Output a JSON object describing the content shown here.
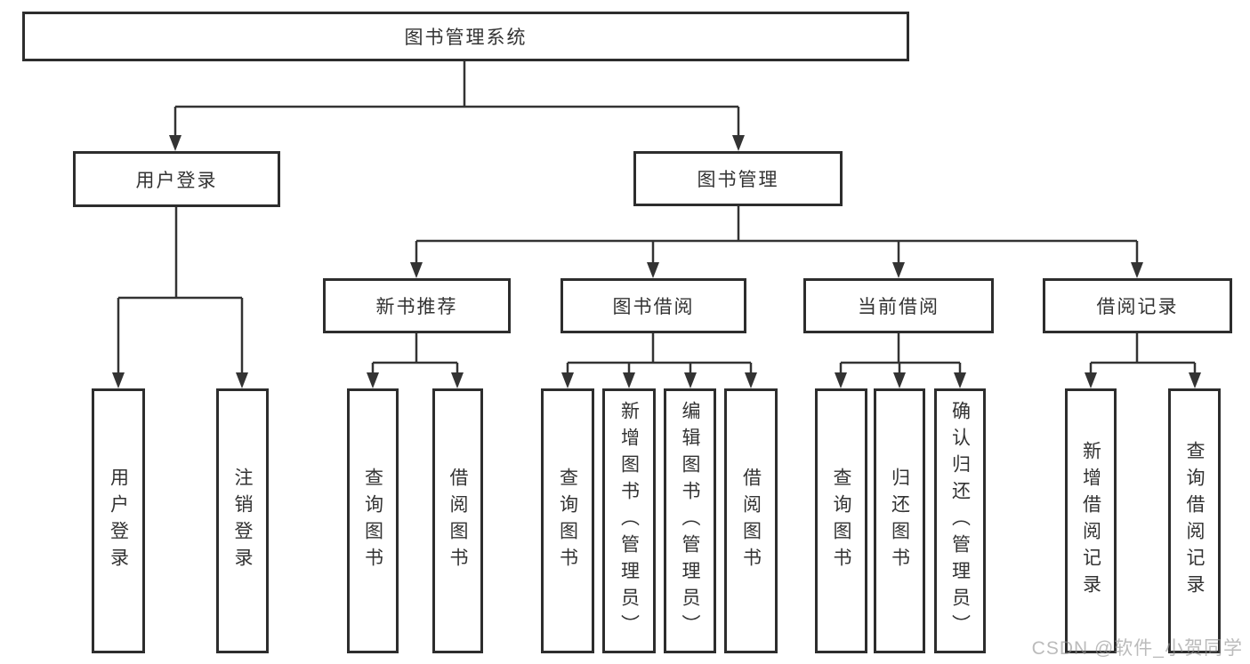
{
  "tree": {
    "root": "图书管理系统",
    "branches": [
      {
        "label": "用户登录",
        "children": [
          "用户登录",
          "注销登录"
        ]
      },
      {
        "label": "图书管理",
        "groups": [
          {
            "label": "新书推荐",
            "children": [
              "查询图书",
              "借阅图书"
            ]
          },
          {
            "label": "图书借阅",
            "children": [
              "查询图书",
              "新增图书（管理员）",
              "编辑图书（管理员）",
              "借阅图书"
            ]
          },
          {
            "label": "当前借阅",
            "children": [
              "查询图书",
              "归还图书",
              "确认归还（管理员）"
            ]
          },
          {
            "label": "借阅记录",
            "children": [
              "新增借阅记录",
              "查询借阅记录"
            ]
          }
        ]
      }
    ]
  },
  "watermark": "CSDN @软件_小贺同学",
  "colors": {
    "line": "#333333",
    "box_border": "#2d2d2d",
    "text": "#333333",
    "watermark": "#919191",
    "background": "#ffffff"
  }
}
